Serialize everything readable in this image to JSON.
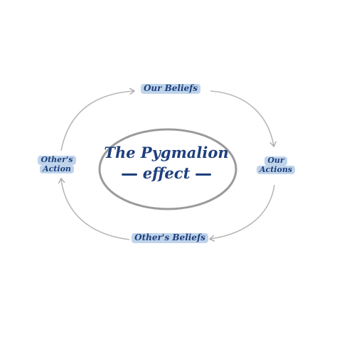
{
  "center": {
    "line1": "The Pygmalion",
    "line2": "effect"
  },
  "nodes": {
    "top": "Our Beliefs",
    "right_line1": "Our",
    "right_line2": "Actions",
    "bottom": "Other's Beliefs",
    "left_line1": "Other's",
    "left_line2": "Action"
  },
  "colors": {
    "text": "#1e3f7d",
    "highlight": "#bfd4ea",
    "ellipse_stroke": "#9a9a9a",
    "arrow_stroke": "#b8b8b8"
  }
}
